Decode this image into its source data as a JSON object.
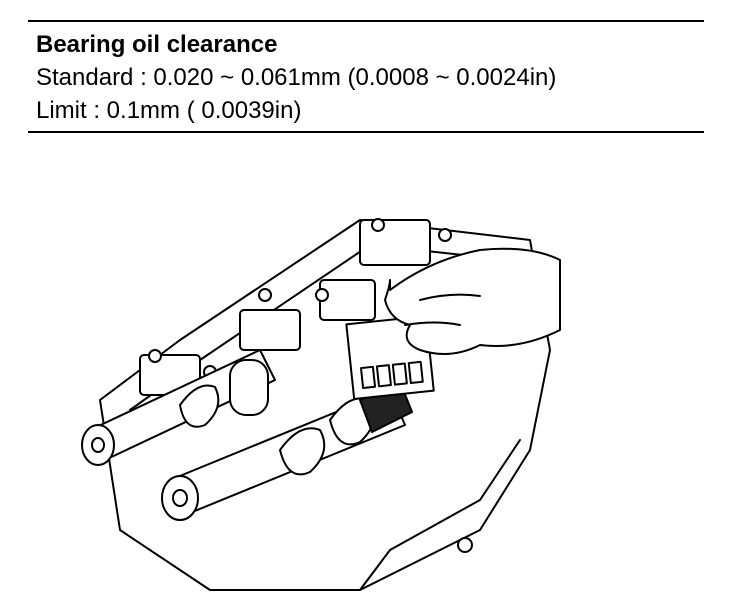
{
  "spec": {
    "title": "Bearing oil clearance",
    "standard": "Standard : 0.020 ~ 0.061mm (0.0008 ~ 0.0024in)",
    "limit": "Limit :  0.1mm ( 0.0039in)"
  },
  "illustration": {
    "subject": "camshaft-bearing-plastigage-measurement"
  }
}
